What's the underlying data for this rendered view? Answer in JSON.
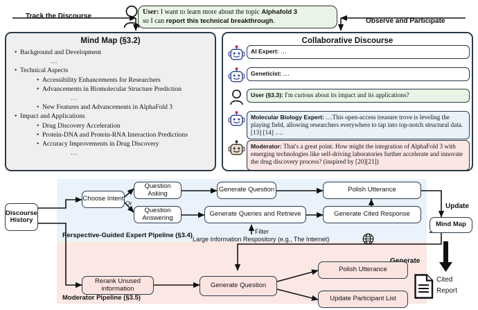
{
  "annotations": {
    "track": "Track the Discourse",
    "observe": "Observe and Participate"
  },
  "user_bubble": {
    "speaker": "User:",
    "line1_a": " I want to learn more about the topic ",
    "line1_b": "Alphafold 3",
    "line2_a": "so I can ",
    "line2_b": "report this technical breakthrough",
    "line2_c": "."
  },
  "mindmap": {
    "title": "Mind Map (§3.2)",
    "items": [
      {
        "level": 1,
        "text": "Background and Development",
        "bullet": "•"
      },
      {
        "level": "dots",
        "text": "…"
      },
      {
        "level": 1,
        "text": "Technical Aspects",
        "bullet": "•"
      },
      {
        "level": 2,
        "text": "Accessibility Enhancements for Researchers",
        "bullet": "•"
      },
      {
        "level": 2,
        "text": "Advancements in Biomolecular Structure Prediction",
        "bullet": "•"
      },
      {
        "level": "dots2",
        "text": "…"
      },
      {
        "level": 2,
        "text": "New Features and Advancements in AlphaFold 3",
        "bullet": "•"
      },
      {
        "level": 1,
        "text": "Impact and Applications",
        "bullet": "•"
      },
      {
        "level": 2,
        "text": "Drug Discovery Acceleration",
        "bullet": "•"
      },
      {
        "level": 2,
        "text": "Protein-DNA and Protein-RNA Interaction Predictions",
        "bullet": "•"
      },
      {
        "level": 2,
        "text": "Accuracy Improvements in Drug Discovery",
        "bullet": "•"
      },
      {
        "level": "dots2",
        "text": "…"
      }
    ]
  },
  "discourse": {
    "title": "Collaborative Discourse",
    "messages": [
      {
        "icon": "robot-blue-icon",
        "speaker": "AI Expert:",
        "body": " …",
        "tone": "white"
      },
      {
        "icon": "robot-blue-icon",
        "speaker": "Geneticist:",
        "body": " …",
        "tone": "white"
      },
      {
        "icon": "user-avatar-icon",
        "speaker": "User (§3.3):",
        "body": " I'm curious about its impact and its applications?",
        "tone": "green"
      },
      {
        "icon": "robot-blue-icon",
        "speaker": "Molecular Biology Expert:",
        "body": " …This open-access treasure trove is leveling the playing field, allowing researchers everywhere to tap into top-notch structural data.[13] [14] ….",
        "tone": "blue"
      },
      {
        "icon": "robot-tan-icon",
        "speaker": "Moderator:",
        "body": " That's a great point. How might the integration of AlphaFold 3 with emerging technologies like self-driving laboratories further accelerate and innovate the drug discovery process? (inspired by [20][21])",
        "tone": "pink"
      }
    ]
  },
  "pipeline": {
    "discourse_history": "Discourse\nHistory",
    "discourse_history_l1": "Discourse",
    "discourse_history_l2": "History",
    "mind_map_node": "Mind Map",
    "expert": {
      "band_label": "Perspective-Guided Expert Pipeline (§3.4)",
      "choose_intent": "Choose Intent",
      "or_label": "Or",
      "question_asking": "Question Asking",
      "question_answering": "Question Answering",
      "generate_question": "Generate Question",
      "generate_queries": "Generate Queries and Retrieve",
      "polish_utterance": "Polish Utterance",
      "generate_cited_response": "Generate Cited Response",
      "filter_label": "Filter",
      "repository_label": "Large Information Respository (e.g., The Internet)"
    },
    "moderator": {
      "band_label": "Moderator Pipeline (§3.5)",
      "rerank": "Rerank Unused information",
      "generate_question": "Generate Question",
      "polish_utterance": "Polish Utterance",
      "update_participant_list": "Update Participant List"
    },
    "update_label": "Update",
    "generate_label": "Generate",
    "cited_report_l1": "Cited",
    "cited_report_l2": "Report"
  },
  "colors": {
    "expert_band": "#eaf3fb",
    "moderator_band": "#fbe8e4",
    "user_green": "#eaf4e6",
    "expert_blue": "#e8f2f8",
    "moderator_pink": "#fbe6e6",
    "border_navy": "#2b3a4a",
    "panel_gray": "#efefef"
  }
}
